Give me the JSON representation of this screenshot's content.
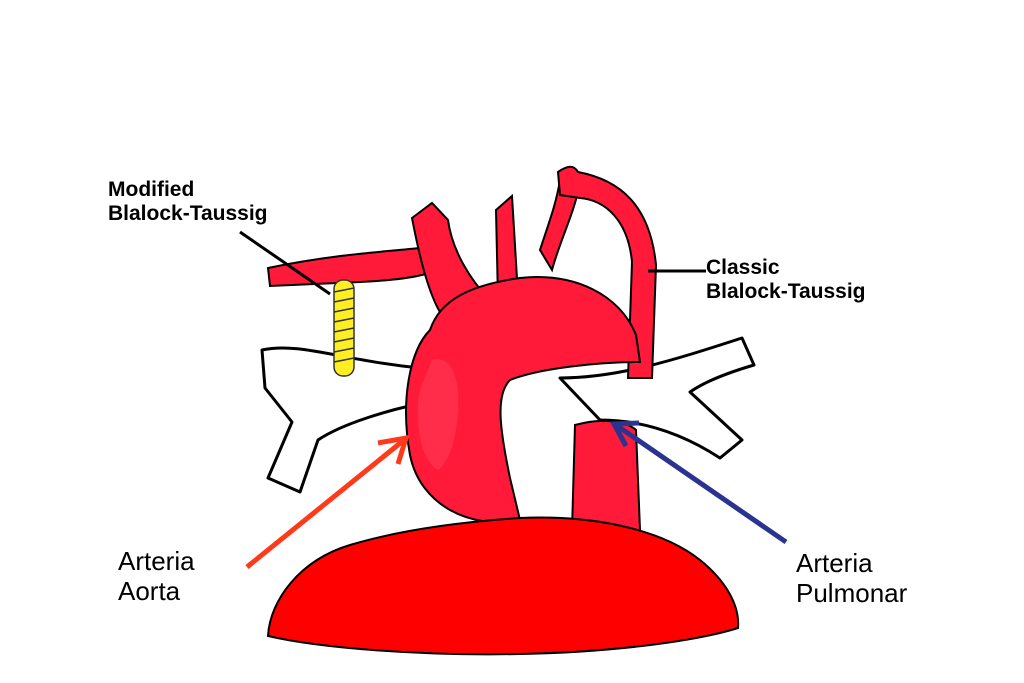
{
  "labels": {
    "modified_bt": {
      "line1": "Modified",
      "line2": "Blalock-Taussig"
    },
    "classic_bt": {
      "line1": "Classic",
      "line2": "Blalock-Taussig"
    },
    "aorta": {
      "line1": "Arteria",
      "line2": "Aorta"
    },
    "pulmonary": {
      "line1": "Arteria",
      "line2": "Pulmonar"
    }
  },
  "colors": {
    "vessel": "#ff1a3a",
    "heart": "#ff0000",
    "shunt_graft": "#ffee22",
    "aorta_arrow": "#ff3a1a",
    "pulmonary_arrow": "#2a3390",
    "outline": "#000000"
  }
}
